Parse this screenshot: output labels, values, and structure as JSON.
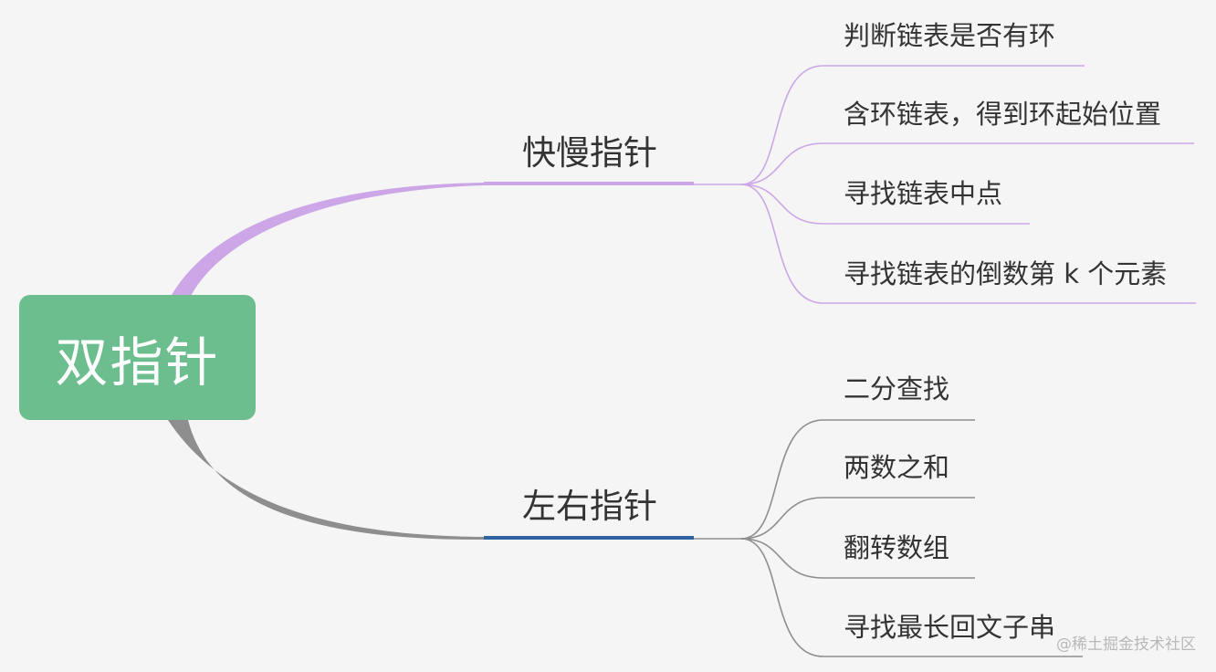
{
  "root": {
    "label": "双指针",
    "color": "#6cbe8e"
  },
  "branches": [
    {
      "label": "快慢指针",
      "color": "#cca6e6",
      "underline_color": "#cca6e6",
      "children": [
        "判断链表是否有环",
        "含环链表，得到环起始位置",
        "寻找链表中点",
        "寻找链表的倒数第 k 个元素"
      ]
    },
    {
      "label": "左右指针",
      "color": "#8e8e8e",
      "underline_color": "#2f62a3",
      "children": [
        "二分查找",
        "两数之和",
        "翻转数组",
        "寻找最长回文子串"
      ]
    }
  ],
  "watermark": "@稀土掘金技术社区"
}
